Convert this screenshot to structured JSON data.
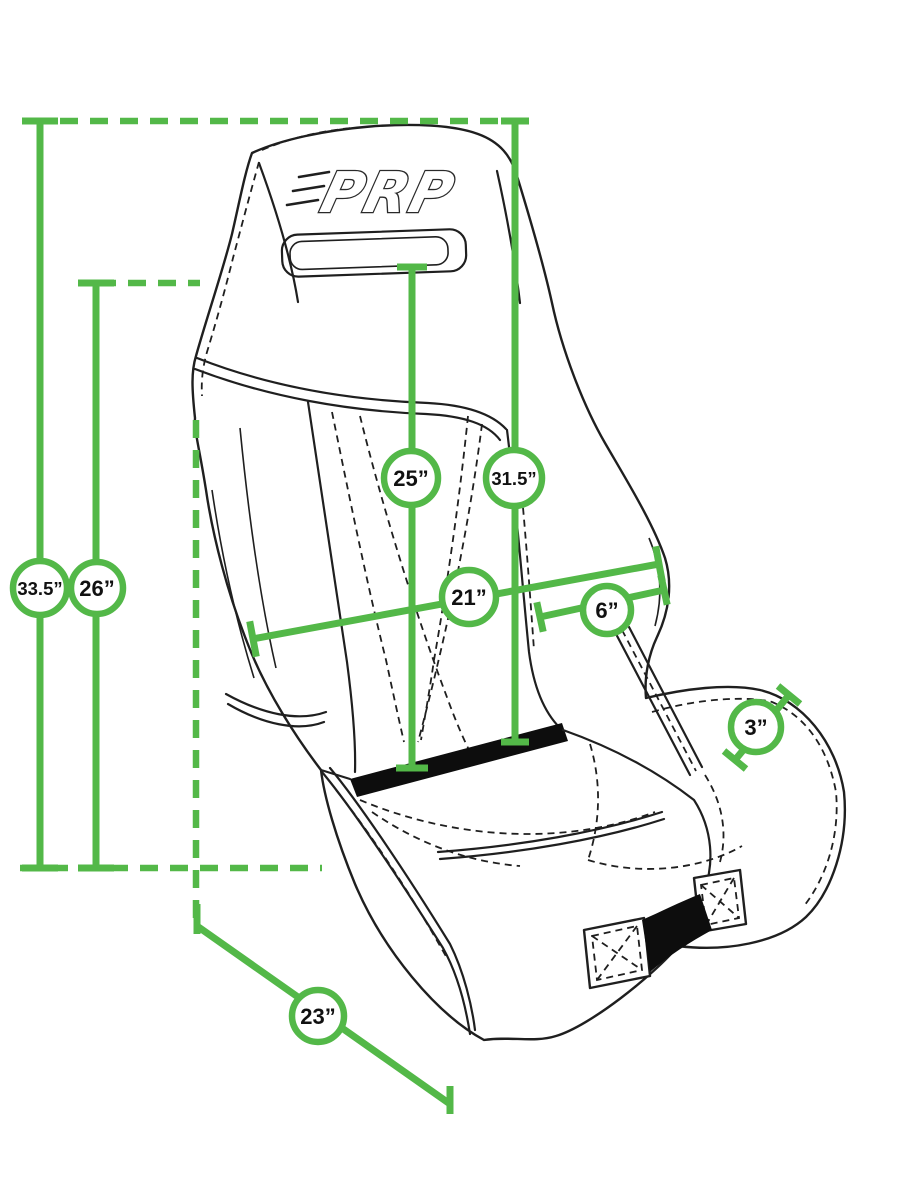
{
  "title": "PRP seat dimension diagram",
  "brand": {
    "logo_text": "PRP"
  },
  "colors": {
    "dimension_green": "#53B848",
    "artwork_line": "#1F1F1F",
    "label_text": "#111111",
    "background": "#FFFFFF"
  },
  "dimensions": {
    "overall_height": {
      "label": "33.5”",
      "value": 33.5,
      "unit": "in"
    },
    "backrest_height": {
      "label": "26”",
      "value": 26,
      "unit": "in"
    },
    "harness_to_cushion": {
      "label": "25”",
      "value": 25,
      "unit": "in"
    },
    "headrest_to_cushion": {
      "label": "31.5”",
      "value": 31.5,
      "unit": "in"
    },
    "seat_width": {
      "label": "21”",
      "value": 21,
      "unit": "in"
    },
    "wing_depth": {
      "label": "6”",
      "value": 6,
      "unit": "in"
    },
    "bolster_height": {
      "label": "3”",
      "value": 3,
      "unit": "in"
    },
    "seat_depth": {
      "label": "23”",
      "value": 23,
      "unit": "in"
    }
  }
}
